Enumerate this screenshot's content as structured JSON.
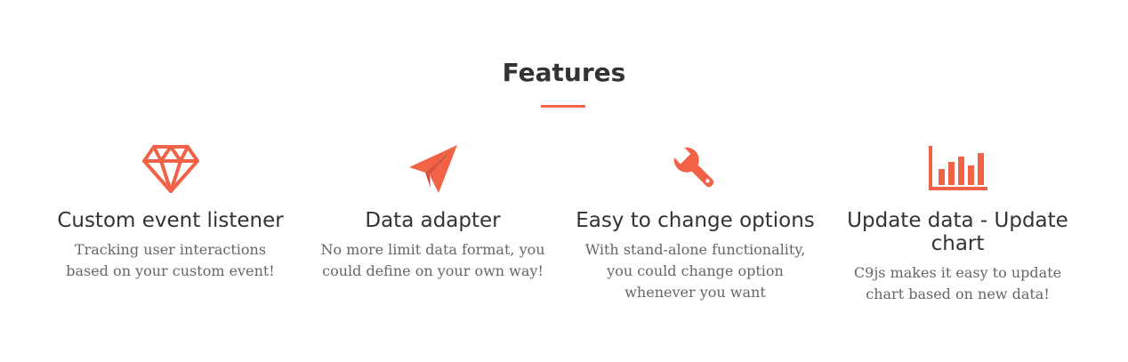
{
  "section": {
    "title": "Features",
    "accent_color": "#f16246"
  },
  "features": [
    {
      "icon": "diamond-icon",
      "title": "Custom event listener",
      "description": "Tracking user interactions based on your custom event!"
    },
    {
      "icon": "paper-plane-icon",
      "title": "Data adapter",
      "description": "No more limit data format, you could define on your own way!"
    },
    {
      "icon": "wrench-icon",
      "title": "Easy to change options",
      "description": "With stand-alone functionality, you could change option whenever you want"
    },
    {
      "icon": "bar-chart-icon",
      "title": "Update data - Update chart",
      "description": "C9js makes it easy to update chart based on new data!"
    }
  ]
}
